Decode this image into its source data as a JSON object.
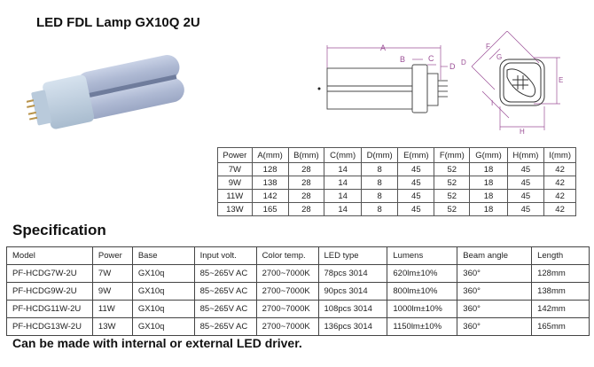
{
  "page": {
    "title": "LED FDL Lamp GX10Q 2U"
  },
  "images": {
    "lamp_photo": "led-fdl-lamp-photo",
    "side_drawing": "side-dimension-drawing",
    "end_drawing": "end-dimension-drawing",
    "side_labels": [
      "A",
      "B",
      "C",
      "D"
    ],
    "end_labels": [
      "F",
      "G",
      "I",
      "E",
      "H",
      "D"
    ]
  },
  "dimensions_table": {
    "headers": [
      "Power",
      "A(mm)",
      "B(mm)",
      "C(mm)",
      "D(mm)",
      "E(mm)",
      "F(mm)",
      "G(mm)",
      "H(mm)",
      "I(mm)"
    ],
    "rows": [
      [
        "7W",
        "128",
        "28",
        "14",
        "8",
        "45",
        "52",
        "18",
        "45",
        "42"
      ],
      [
        "9W",
        "138",
        "28",
        "14",
        "8",
        "45",
        "52",
        "18",
        "45",
        "42"
      ],
      [
        "11W",
        "142",
        "28",
        "14",
        "8",
        "45",
        "52",
        "18",
        "45",
        "42"
      ],
      [
        "13W",
        "165",
        "28",
        "14",
        "8",
        "45",
        "52",
        "18",
        "45",
        "42"
      ]
    ]
  },
  "specification": {
    "heading": "Specification",
    "headers": [
      "Model",
      "Power",
      "Base",
      "Input volt.",
      "Color temp.",
      "LED type",
      "Lumens",
      "Beam angle",
      "Length"
    ],
    "rows": [
      [
        "PF-HCDG7W-2U",
        "7W",
        "GX10q",
        "85~265V AC",
        "2700~7000K",
        "78pcs 3014",
        "620lm±10%",
        "360°",
        "128mm"
      ],
      [
        "PF-HCDG9W-2U",
        "9W",
        "GX10q",
        "85~265V AC",
        "2700~7000K",
        "90pcs 3014",
        "800lm±10%",
        "360°",
        "138mm"
      ],
      [
        "PF-HCDG11W-2U",
        "11W",
        "GX10q",
        "85~265V AC",
        "2700~7000K",
        "108pcs 3014",
        "1000lm±10%",
        "360°",
        "142mm"
      ],
      [
        "PF-HCDG13W-2U",
        "13W",
        "GX10q",
        "85~265V AC",
        "2700~7000K",
        "136pcs 3014",
        "1150lm±10%",
        "360°",
        "165mm"
      ]
    ],
    "footnote": "Can be made with internal or external LED driver."
  },
  "colors": {
    "dimension_line": "#9b4f96",
    "drawing_line": "#333333",
    "lamp_body": "#b8c4dc",
    "lamp_base": "#c4d4e4"
  }
}
